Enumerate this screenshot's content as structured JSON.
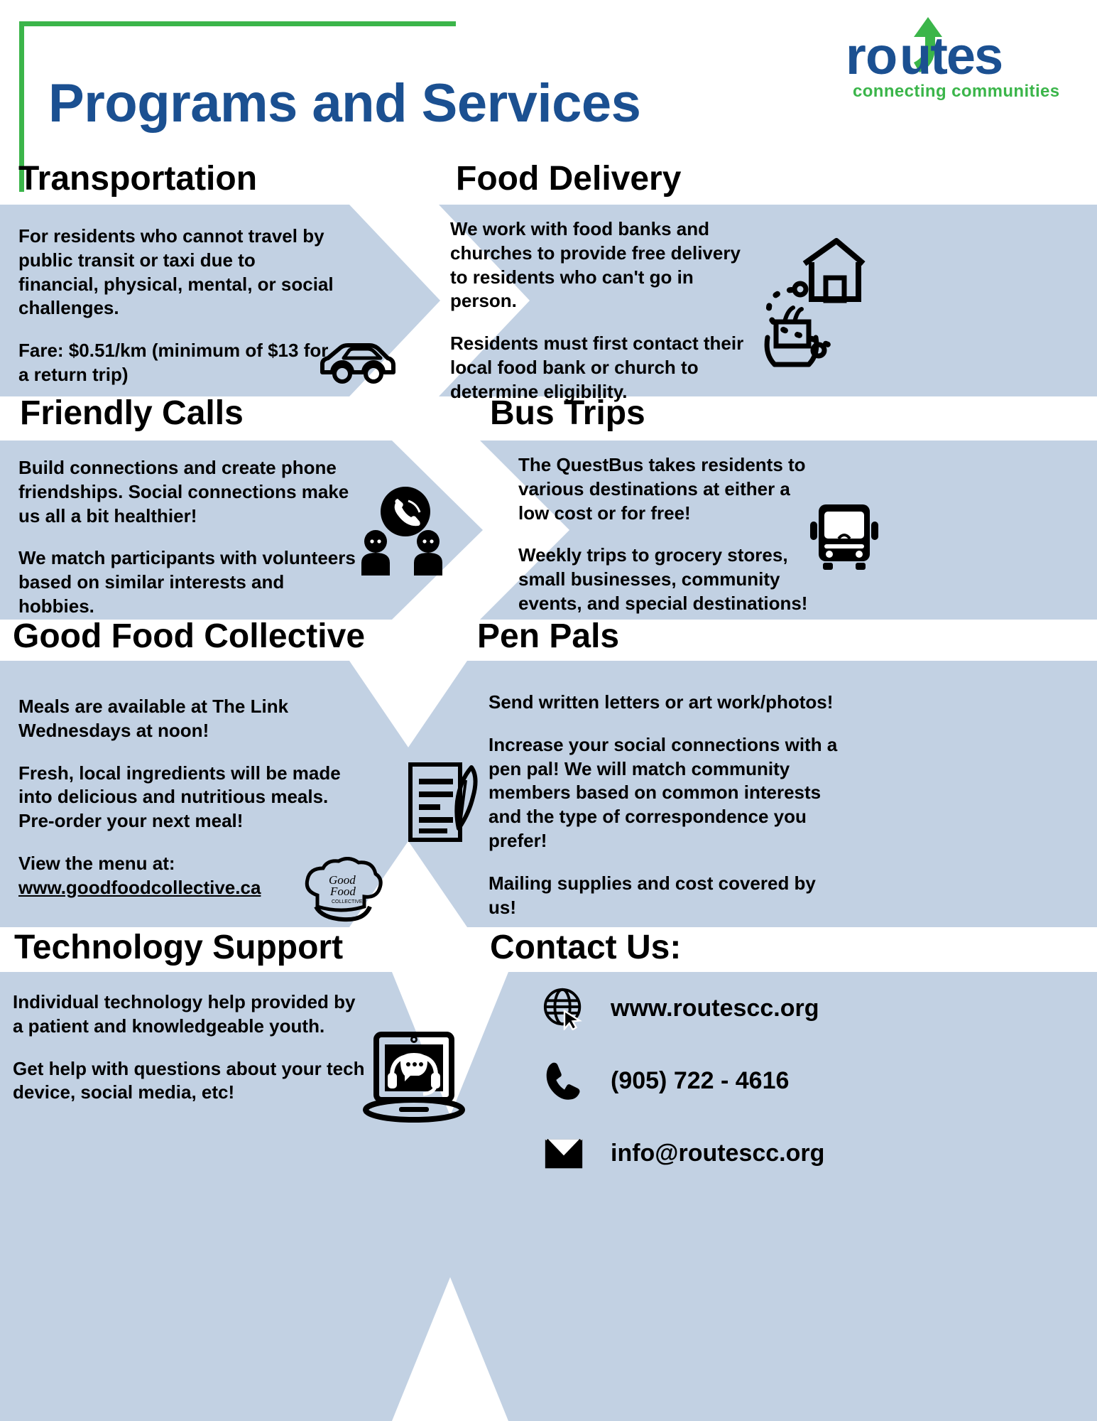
{
  "header": {
    "title": "Programs and Services",
    "accent_green": "#3bb54a",
    "title_blue": "#1b5091",
    "logo": {
      "wordmark": "routes",
      "tagline": "connecting communities"
    }
  },
  "theme": {
    "panel_blue": "#c2d1e3",
    "text_black": "#000000",
    "page_white": "#ffffff"
  },
  "sections": [
    {
      "id": "transportation",
      "heading": "Transportation",
      "side": "left",
      "icon": "car-icon",
      "paragraphs": [
        "For residents who cannot travel by public transit or taxi due to financial, physical, mental, or social challenges.",
        "Fare: $0.51/km (minimum of $13 for a return trip)"
      ]
    },
    {
      "id": "food-delivery",
      "heading": "Food Delivery",
      "side": "right",
      "icon": "house-delivery-icon",
      "paragraphs": [
        "We work with food banks and churches to provide free delivery to residents who can't go in person.",
        "Residents must first contact their local food bank or church to determine eligibility."
      ]
    },
    {
      "id": "friendly-calls",
      "heading": "Friendly Calls",
      "side": "left",
      "icon": "phone-people-icon",
      "paragraphs": [
        "Build connections and create phone friendships. Social connections make us all a bit healthier!",
        "We match participants with volunteers based on similar interests and hobbies."
      ]
    },
    {
      "id": "bus-trips",
      "heading": "Bus Trips",
      "side": "right",
      "icon": "bus-icon",
      "paragraphs": [
        "The QuestBus takes residents to various destinations at either a low cost or for free!",
        "Weekly trips to grocery stores, small businesses, community events, and special destinations!"
      ]
    },
    {
      "id": "good-food-collective",
      "heading": "Good Food Collective",
      "side": "left",
      "icon": "good-food-collective-logo-icon",
      "paragraphs": [
        "Meals are available at The Link Wednesdays at noon!",
        "Fresh, local ingredients will be made into delicious and nutritious meals. Pre-order your next meal!",
        "View the menu at:"
      ],
      "link_text": "www.goodfoodcollective.ca"
    },
    {
      "id": "pen-pals",
      "heading": "Pen Pals",
      "side": "right",
      "icon": "letter-pen-icon",
      "paragraphs": [
        "Send written letters or art work/photos!",
        "Increase your social connections with a pen pal! We will match community members based on common interests and the type of correspondence you prefer!",
        "Mailing supplies and cost covered by us!"
      ]
    },
    {
      "id": "technology-support",
      "heading": "Technology Support",
      "side": "left",
      "icon": "laptop-headset-icon",
      "paragraphs": [
        "Individual technology help provided by a patient and knowledgeable youth.",
        " Get help with questions about your tech device, social media, etc!"
      ]
    },
    {
      "id": "contact-us",
      "heading": "Contact Us:",
      "side": "right",
      "contacts": [
        {
          "icon": "globe-cursor-icon",
          "label": "www.routescc.org"
        },
        {
          "icon": "phone-icon",
          "label": "(905) 722 - 4616"
        },
        {
          "icon": "envelope-icon",
          "label": "info@routescc.org"
        }
      ]
    }
  ]
}
